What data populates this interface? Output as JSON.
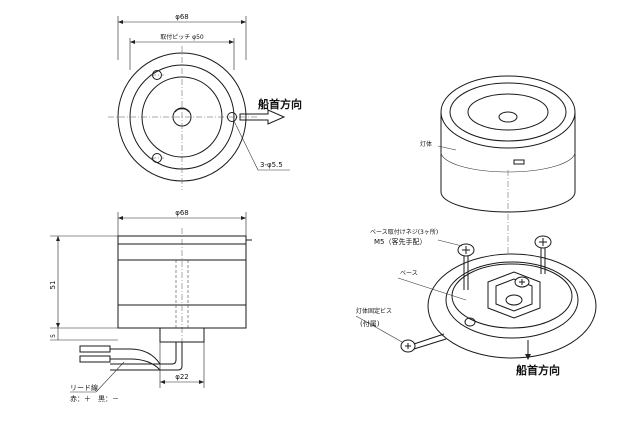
{
  "top_view": {
    "dia_outer": "φ68",
    "mount_pitch": "取付ピッチ φ50",
    "holes": "3-φ5.5",
    "bow_direction": "船首方向"
  },
  "front_view": {
    "dia_body": "φ68",
    "height": "51",
    "base_height": "5",
    "dia_stem": "φ22",
    "lead_wire": "リード線",
    "polarity": "赤：＋　黒：－"
  },
  "exploded_view": {
    "lamp_body": "灯体",
    "base_screw": "ベース取付けネジ(3ヶ所)",
    "base_screw_spec": "M5（客先手配）",
    "base": "ベース",
    "fix_screw": "灯体固定ビス",
    "fix_screw_note": "(付属)",
    "bow_direction": "船首方向"
  }
}
